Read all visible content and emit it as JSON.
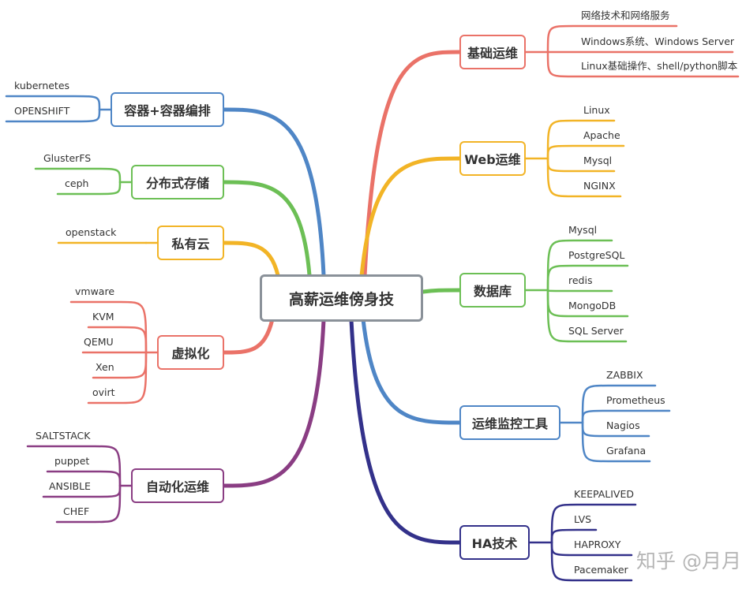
{
  "center": {
    "label": "高薪运维傍身技"
  },
  "right_branches": [
    {
      "label": "基础运维",
      "color": "#ea7268",
      "items": [
        "网络技术和网络服务",
        "Windows系统、Windows Server",
        "Linux基础操作、shell/python脚本"
      ]
    },
    {
      "label": "Web运维",
      "color": "#f2b426",
      "items": [
        "Linux",
        "Apache",
        "Mysql",
        "NGINX"
      ]
    },
    {
      "label": "数据库",
      "color": "#6cbf55",
      "items": [
        "Mysql",
        "PostgreSQL",
        "redis",
        "MongoDB",
        "SQL Server"
      ]
    },
    {
      "label": "运维监控工具",
      "color": "#4f86c6",
      "items": [
        "ZABBIX",
        "Prometheus",
        "Nagios",
        "Grafana"
      ]
    },
    {
      "label": "HA技术",
      "color": "#33318a",
      "items": [
        "KEEPALIVED",
        "LVS",
        "HAPROXY",
        "Pacemaker"
      ]
    }
  ],
  "left_branches": [
    {
      "label": "容器+容器编排",
      "color": "#4f86c6",
      "items": [
        "kubernetes",
        "OPENSHIFT"
      ]
    },
    {
      "label": "分布式存储",
      "color": "#6cbf55",
      "items": [
        "GlusterFS",
        "ceph"
      ]
    },
    {
      "label": "私有云",
      "color": "#f2b426",
      "items": [
        "openstack"
      ]
    },
    {
      "label": "虚拟化",
      "color": "#ea7268",
      "items": [
        "vmware",
        "KVM",
        "QEMU",
        "Xen",
        "ovirt"
      ]
    },
    {
      "label": "自动化运维",
      "color": "#8a3d83",
      "items": [
        "SALTSTACK",
        "puppet",
        "ANSIBLE",
        "CHEF"
      ]
    }
  ],
  "watermark": "知乎 @月月"
}
